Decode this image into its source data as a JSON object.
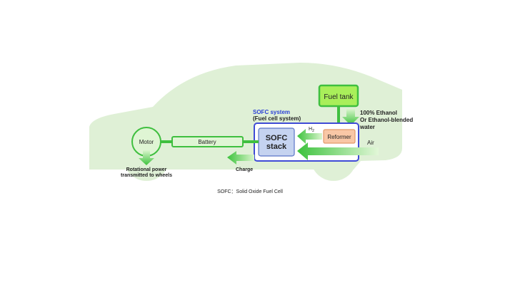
{
  "labels": {
    "fuel_tank": "Fuel tank",
    "fuel_line1": "100% Ethanol",
    "fuel_line2": "Or Ethanol-blended",
    "fuel_line3": "water",
    "sofc_system": "SOFC system",
    "fuel_cell_system": "(Fuel cell system)",
    "h2_main": "H",
    "h2_sub": "2",
    "reformer": "Reformer",
    "sofc_stack_line1": "SOFC",
    "sofc_stack_line2": "stack",
    "air": "Air",
    "motor": "Motor",
    "battery": "Battery",
    "charge": "Charge",
    "rotational_line1": "Rotational power",
    "rotational_line2": "transmitted to wheels",
    "footnote": "SOFC：Solid Oxide Fuel Cell"
  },
  "colors": {
    "car_silhouette": "#dff0d6",
    "green_box_fill": "#dff5d4",
    "green_border": "#3fbf3f",
    "fuel_tank_fill": "#a9ef5a",
    "system_border": "#3f4bd6",
    "system_title": "#2a3fd6",
    "stack_fill": "#c5d3f0",
    "stack_border": "#5a74c8",
    "reformer_fill": "#f9c7a6",
    "reformer_border": "#e39a6a",
    "arrow_green": "#5ccf3c",
    "text": "#222222"
  }
}
